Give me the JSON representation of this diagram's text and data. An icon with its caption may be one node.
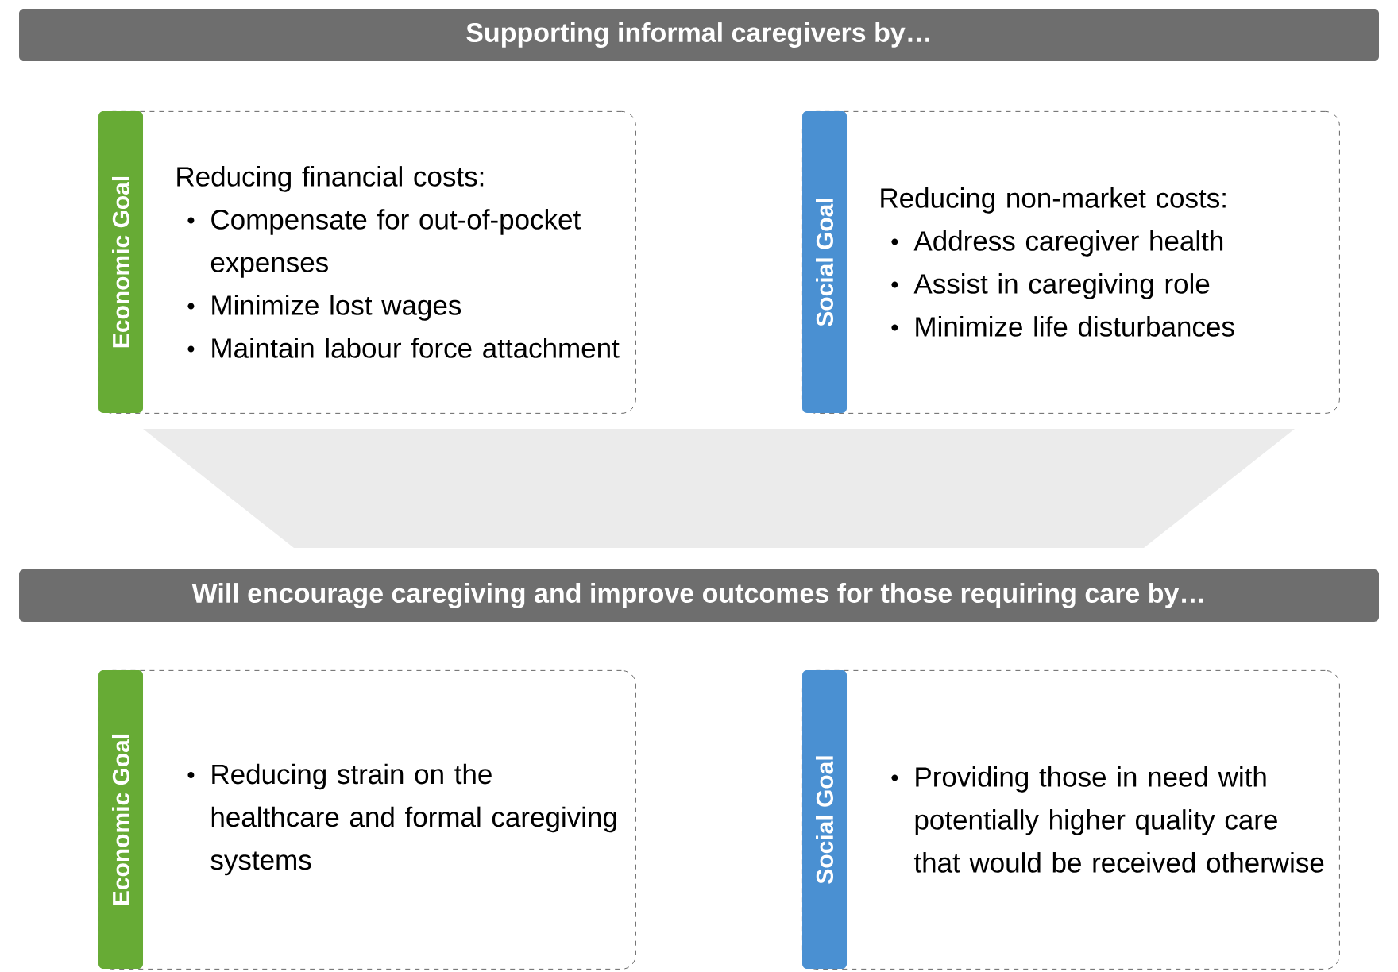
{
  "diagram": {
    "nodes": [
      {
        "text": [
          "Supporting informal caregivers by…"
        ]
      },
      {
        "text": [
          "Reducing financial costs:",
          "Compensate for out-of-pocket expenses",
          "Minimize lost wages",
          "Maintain labour force attachment"
        ]
      },
      {
        "text": [
          "Economic Goal"
        ],
        "in": 1
      },
      {
        "text": [
          "Reducing non-market costs:",
          "Address caregiver health",
          "Assist in caregiving role",
          "Minimize life disturbances"
        ]
      },
      {
        "text": [
          "Social Goal"
        ],
        "in": 3
      },
      {
        "text": [],
        "shape": "trapezoid"
      },
      {
        "text": [
          "Will encourage caregiving and improve outcomes for those requiring care by…"
        ]
      },
      {
        "text": [
          "Reducing strain on the healthcare and formal caregiving systems"
        ]
      },
      {
        "text": [
          "Economic Goal"
        ],
        "in": 7
      },
      {
        "text": [
          "Providing those in need with potentially higher quality care that would be received otherwise"
        ]
      },
      {
        "text": [
          "Social Goal"
        ],
        "in": 9
      }
    ]
  }
}
